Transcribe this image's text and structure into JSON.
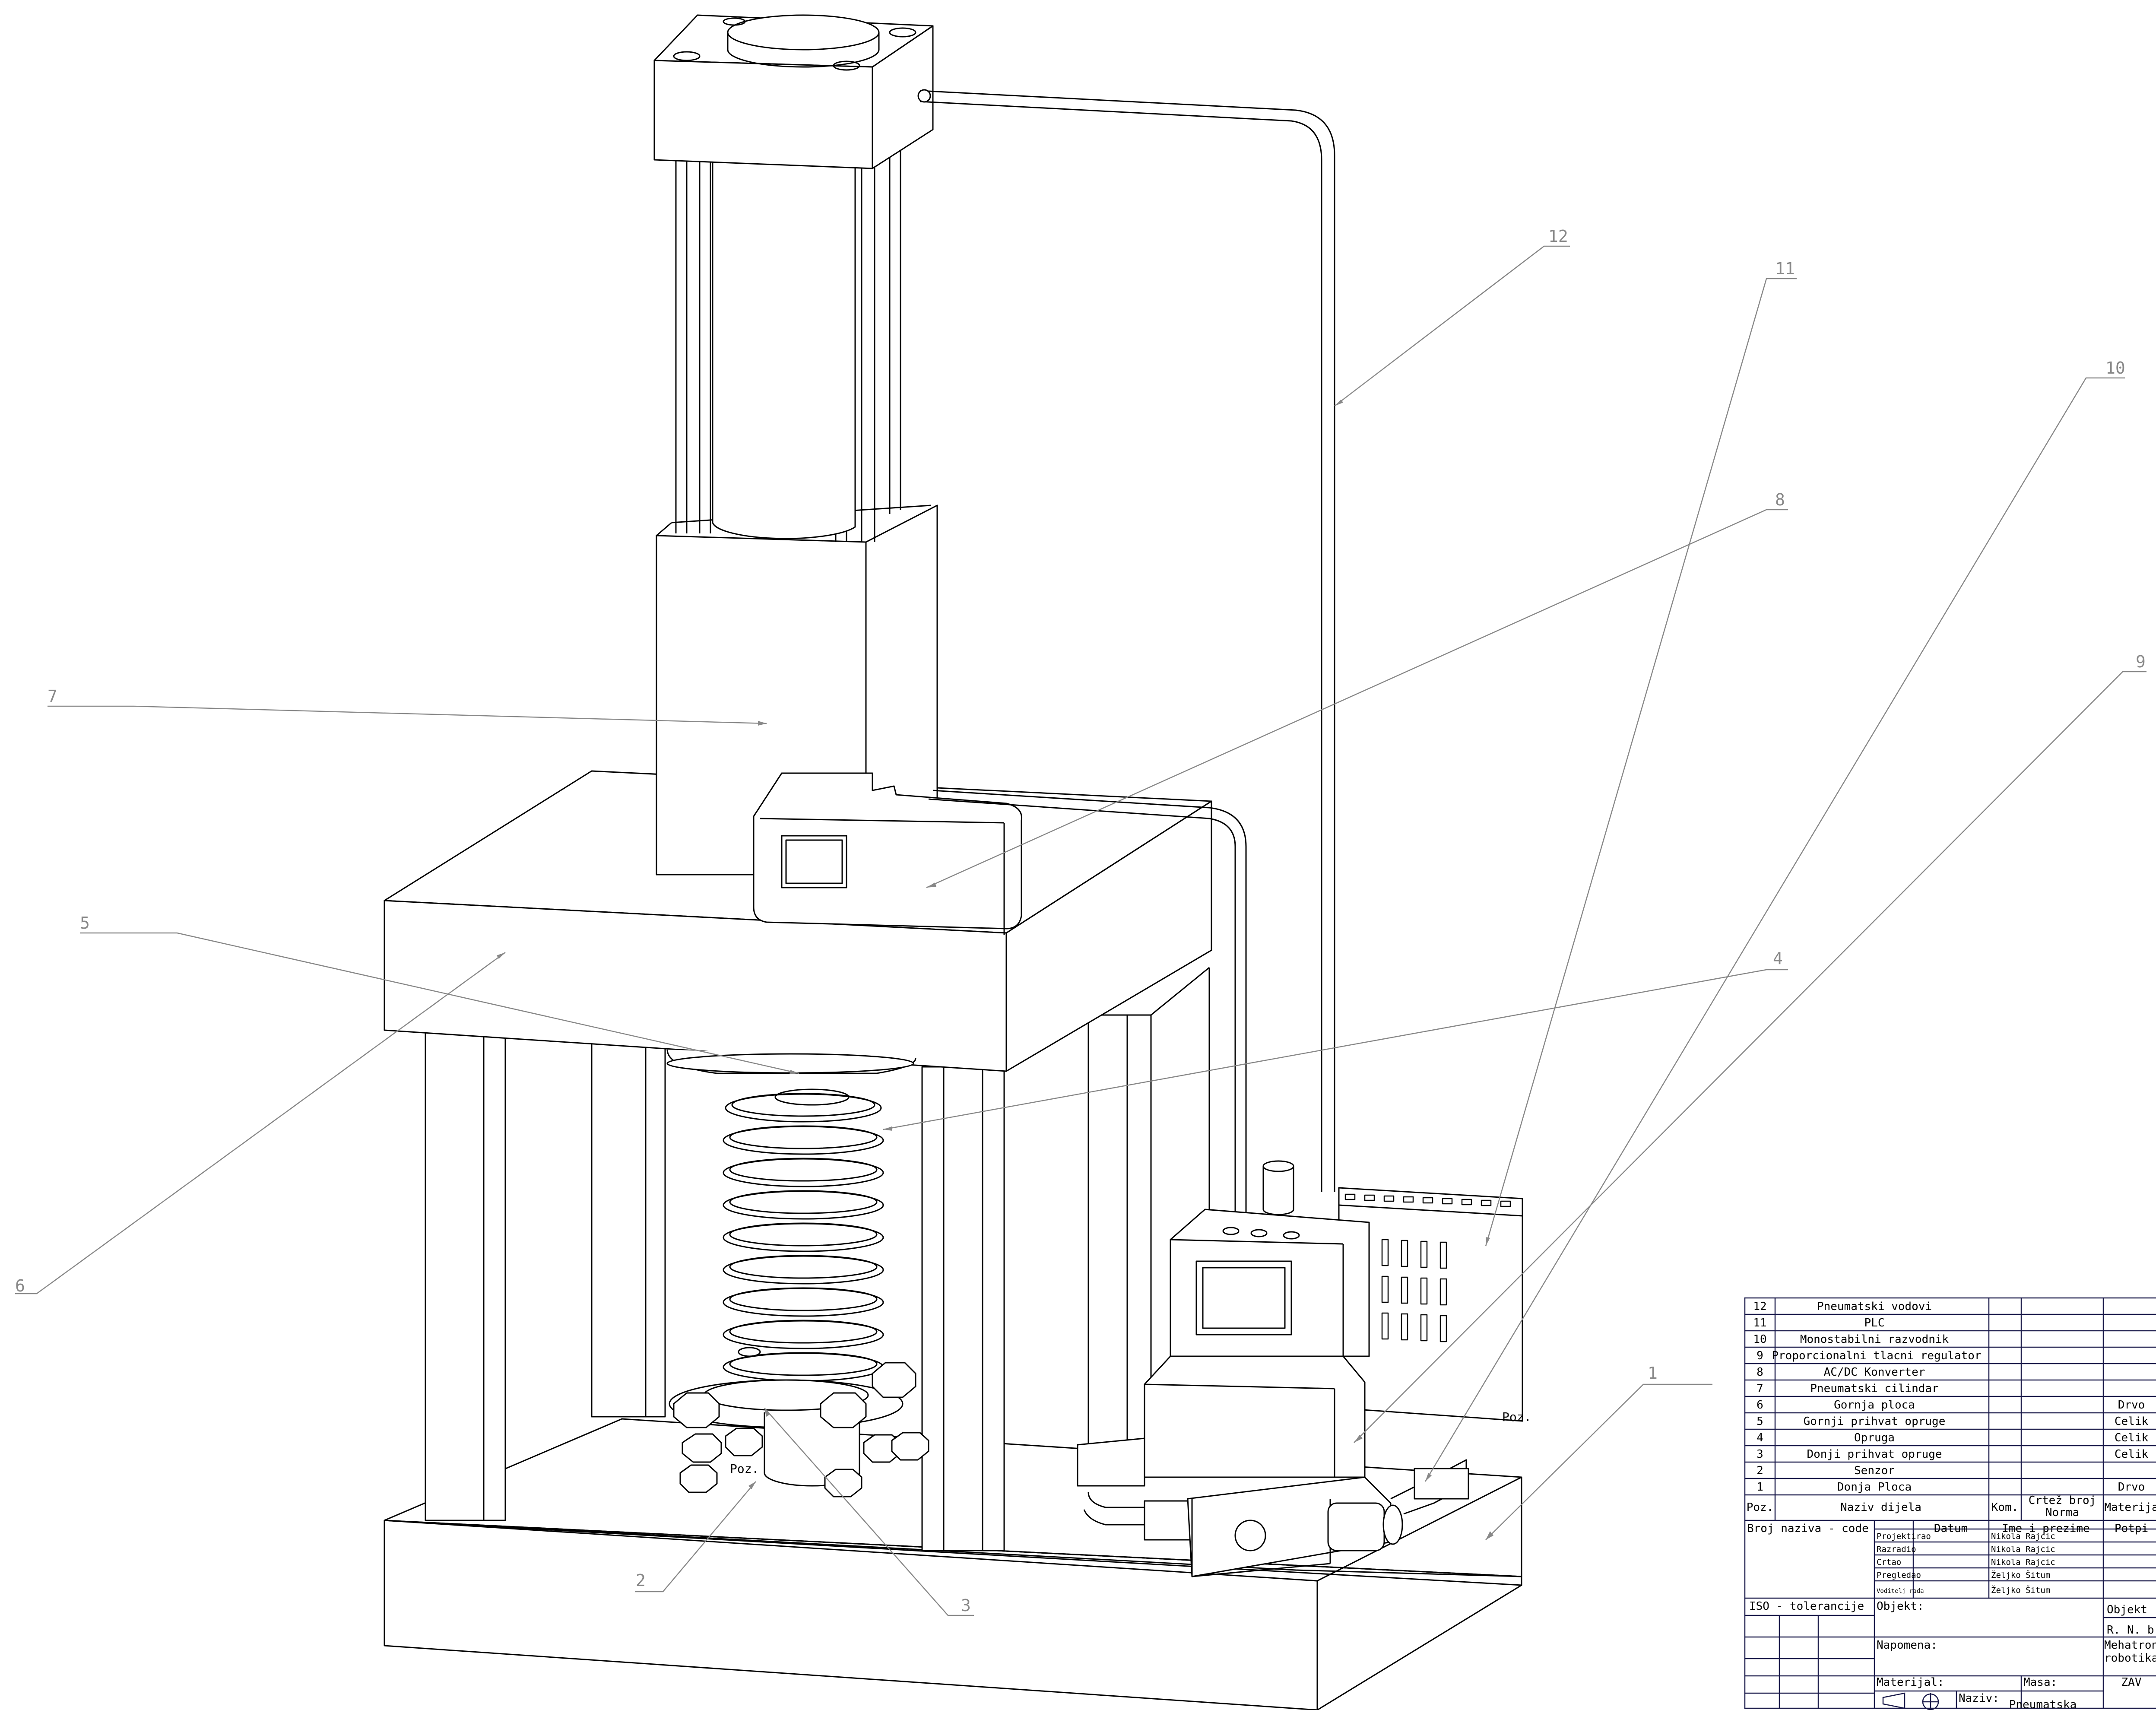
{
  "drawing": {
    "colors": {
      "line": "#000000",
      "leader": "#888888",
      "paper": "#ffffff",
      "table_border": "#1a1a4a"
    },
    "callouts": [
      {
        "num": "1"
      },
      {
        "num": "2"
      },
      {
        "num": "3"
      },
      {
        "num": "4"
      },
      {
        "num": "5"
      },
      {
        "num": "6"
      },
      {
        "num": "7"
      },
      {
        "num": "8"
      },
      {
        "num": "9"
      },
      {
        "num": "10"
      },
      {
        "num": "11"
      },
      {
        "num": "12"
      }
    ],
    "poz_labels": [
      "Poz.",
      "Poz."
    ]
  },
  "parts_list": {
    "rows": [
      {
        "pos": "12",
        "name": "Pneumatski vodovi",
        "material": ""
      },
      {
        "pos": "11",
        "name": "PLC",
        "material": ""
      },
      {
        "pos": "10",
        "name": "Monostabilni razvodnik",
        "material": ""
      },
      {
        "pos": "9",
        "name": "Proporcionalni tlacni regulator",
        "material": ""
      },
      {
        "pos": "8",
        "name": "AC/DC Konverter",
        "material": ""
      },
      {
        "pos": "7",
        "name": "Pneumatski cilindar",
        "material": ""
      },
      {
        "pos": "6",
        "name": "Gornja ploca",
        "material": "Drvo"
      },
      {
        "pos": "5",
        "name": "Gornji prihvat opruge",
        "material": "Celik"
      },
      {
        "pos": "4",
        "name": "Opruga",
        "material": "Celik"
      },
      {
        "pos": "3",
        "name": "Donji prihvat opruge",
        "material": "Celik"
      },
      {
        "pos": "2",
        "name": "Senzor",
        "material": ""
      },
      {
        "pos": "1",
        "name": "Donja Ploca",
        "material": "Drvo"
      }
    ],
    "header": {
      "pos": "Poz.",
      "name": "Naziv dijela",
      "qty": "Kom.",
      "drawing_no_1": "Crtež broj",
      "drawing_no_2": "Norma",
      "material": "Materija"
    }
  },
  "title_block": {
    "code_label": "Broj naziva - code",
    "datum": "Datum",
    "ime": "Ime i prezime",
    "potpis": "Potpi",
    "roles": [
      {
        "role": "Projektirao",
        "name": "Nikola Rajcic"
      },
      {
        "role": "Razradio",
        "name": "Nikola Rajcic"
      },
      {
        "role": "Crtao",
        "name": "Nikola Rajcic"
      },
      {
        "role": "Pregledao",
        "name": "Željko Šitum"
      },
      {
        "role": "Voditelj rada",
        "name": "Željko Šitum"
      }
    ],
    "iso": "ISO - tolerancije",
    "objekt": "Objekt:",
    "objekt_right": "Objekt",
    "rn": "R. N. b",
    "napomena": "Napomena:",
    "institution_1": "Mehatron",
    "institution_2": "robotika",
    "materijal": "Materijal:",
    "masa": "Masa:",
    "zav": "ZAV",
    "naziv": "Naziv:",
    "naziv_value": "Pneumatska"
  }
}
